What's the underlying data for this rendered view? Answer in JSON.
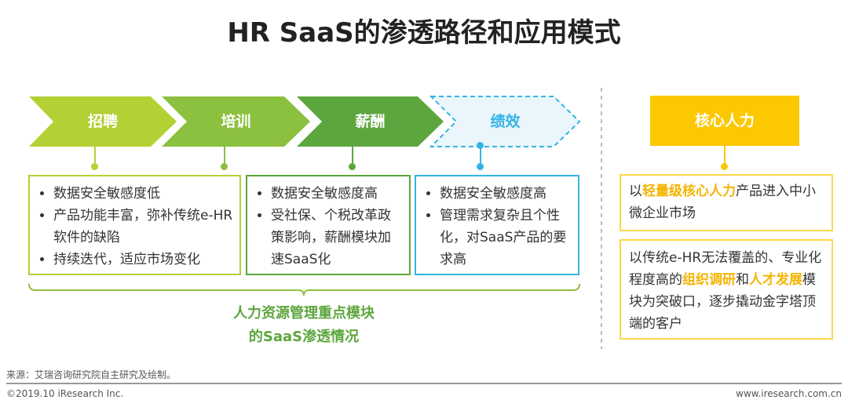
{
  "title": "HR SaaS的渗透路径和应用模式",
  "stages": [
    {
      "label": "招聘",
      "color": "#b3d035"
    },
    {
      "label": "培训",
      "color": "#8cc03f"
    },
    {
      "label": "薪酬",
      "color": "#5da63e"
    },
    {
      "label": "绩效",
      "color": "#35b3e6"
    }
  ],
  "boxes": [
    {
      "items": [
        "数据安全敏感度低",
        "产品功能丰富，弥补传统e-HR软件的缺陷",
        "持续迭代，适应市场变化"
      ]
    },
    {
      "items": [
        "数据安全敏感度高",
        "受社保、个税改革政策影响，薪酬模块加速SaaS化"
      ]
    },
    {
      "items": [
        "数据安全敏感度高",
        "管理需求复杂且个性化，对SaaS产品的要求高"
      ]
    }
  ],
  "caption": [
    "人力资源管理重点模块",
    "的SaaS渗透情况"
  ],
  "core": {
    "label": "核心人力",
    "box1": {
      "pre": "以",
      "hl": "轻量级核心人力",
      "post": "产品进入中小微企业市场"
    },
    "box2": {
      "pre": "以传统e-HR无法覆盖的、专业化程度高的",
      "hl1": "组织调研",
      "mid": "和",
      "hl2": "人才发展",
      "post": "模块为突破口，逐步撬动金字塔顶端的客户"
    }
  },
  "footer": {
    "source": "来源：艾瑞咨询研究院自主研究及绘制。",
    "copyright": "©2019.10 iResearch Inc.",
    "url": "www.iresearch.com.cn"
  }
}
